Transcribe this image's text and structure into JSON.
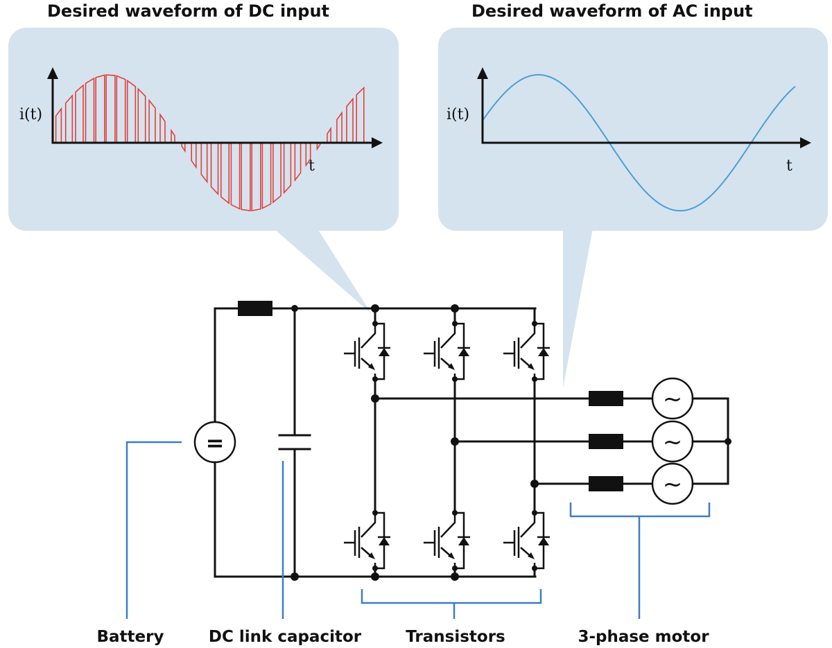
{
  "titles": {
    "dc_panel": "Desired waveform of DC input",
    "ac_panel": "Desired waveform of AC input"
  },
  "labels": {
    "battery": "Battery",
    "dc_link_capacitor": "DC link capacitor",
    "transistors": "Transistors",
    "motor": "3-phase motor"
  },
  "symbols": {
    "battery_glyph": "=",
    "motor_glyph": "~"
  },
  "colors": {
    "callout_fill": "#d5e3ee",
    "pwm_red": "#e0413a",
    "sine_blue": "#4a9fd8",
    "leader_blue": "#3d7cc9",
    "wire_black": "#111111"
  },
  "chart_data": [
    {
      "type": "line",
      "title": "Desired waveform of DC input",
      "xlabel": "t",
      "ylabel": "i(t)",
      "style": "pwm-pulses",
      "pulse_count": 30,
      "phase_start_deg": 20,
      "cycles": 1.1,
      "amplitude": 1.0,
      "ylim": [
        -1.05,
        1.05
      ],
      "grid": false
    },
    {
      "type": "line",
      "title": "Desired waveform of AC input",
      "xlabel": "t",
      "ylabel": "i(t)",
      "style": "continuous",
      "phase_start_deg": 20,
      "cycles": 1.1,
      "amplitude": 1.0,
      "ylim": [
        -1.05,
        1.05
      ],
      "grid": false
    }
  ],
  "circuit": {
    "phase_count": 3,
    "transistor_legs": 3,
    "motor_windings": [
      "~",
      "~",
      "~"
    ]
  }
}
